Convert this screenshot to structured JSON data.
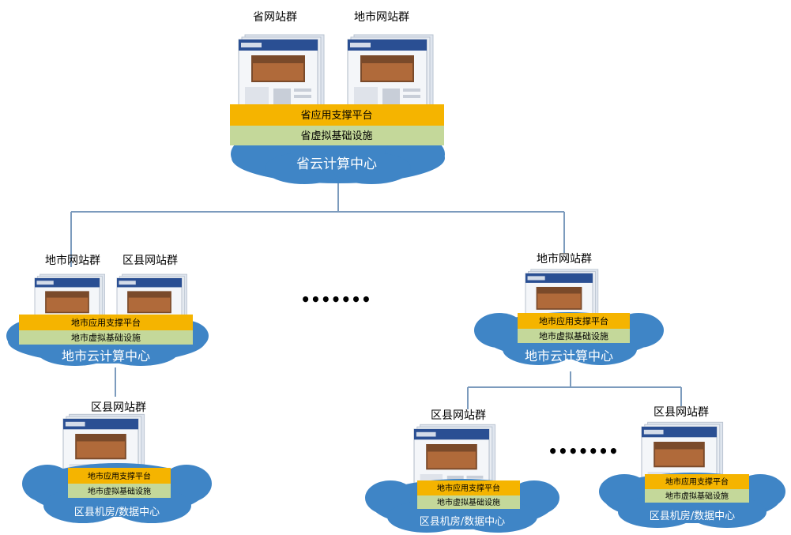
{
  "colors": {
    "cloud": "#3f85c6",
    "cloud_light": "#8ec0ea",
    "app_layer": "#f5b400",
    "infra_layer": "#c4d89a",
    "connector": "#7c9bbd",
    "site_blue": "#2a4f93",
    "site_page": "#f4f6f9"
  },
  "province": {
    "site_group_1": "省网站群",
    "site_group_2": "地市网站群",
    "app_layer": "省应用支撑平台",
    "infra_layer": "省虚拟基础设施",
    "cloud_label": "省云计算中心"
  },
  "city_left": {
    "site_group_1": "地市网站群",
    "site_group_2": "区县网站群",
    "app_layer": "地市应用支撑平台",
    "infra_layer": "地市虚拟基础设施",
    "cloud_label": "地市云计算中心"
  },
  "city_right": {
    "site_group": "地市网站群",
    "app_layer": "地市应用支撑平台",
    "infra_layer": "地市虚拟基础设施",
    "cloud_label": "地市云计算中心"
  },
  "county_left": {
    "site_group": "区县网站群",
    "app_layer": "地市应用支撑平台",
    "infra_layer": "地市虚拟基础设施",
    "cloud_label": "区县机房/数据中心"
  },
  "county_mid": {
    "site_group": "区县网站群",
    "app_layer": "地市应用支撑平台",
    "infra_layer": "地市虚拟基础设施",
    "cloud_label": "区县机房/数据中心"
  },
  "county_right": {
    "site_group": "区县网站群",
    "app_layer": "地市应用支撑平台",
    "infra_layer": "地市虚拟基础设施",
    "cloud_label": "区县机房/数据中心"
  },
  "ellipsis_city": "•••••••",
  "ellipsis_county": "•••••••"
}
